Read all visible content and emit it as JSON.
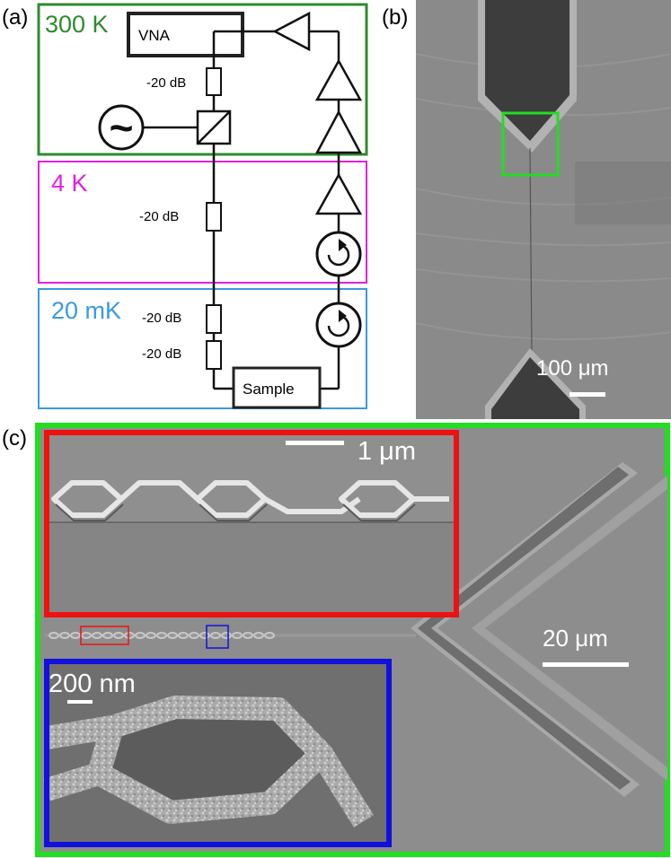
{
  "panel_labels": {
    "a": "(a)",
    "b": "(b)",
    "c": "(c)"
  },
  "stages": [
    {
      "label": "300 K",
      "color": "#2e8b2e"
    },
    {
      "label": "4 K",
      "color": "#e020e0"
    },
    {
      "label": "20 mK",
      "color": "#3a9ae0"
    }
  ],
  "vna_label": "VNA",
  "sample_label": "Sample",
  "attenuators": [
    "-20 dB",
    "-20 dB",
    "-20 dB",
    "-20 dB"
  ],
  "source_symbol": "~",
  "scale_bars": {
    "b": "100 μm",
    "c_main": "20 μm",
    "c_red": "1 μm",
    "c_blue": "200 nm"
  },
  "colors": {
    "green_frame": "#22dd22",
    "red_frame": "#ee1111",
    "blue_frame": "#1111dd",
    "sem_bg": "#8a8a8a"
  }
}
